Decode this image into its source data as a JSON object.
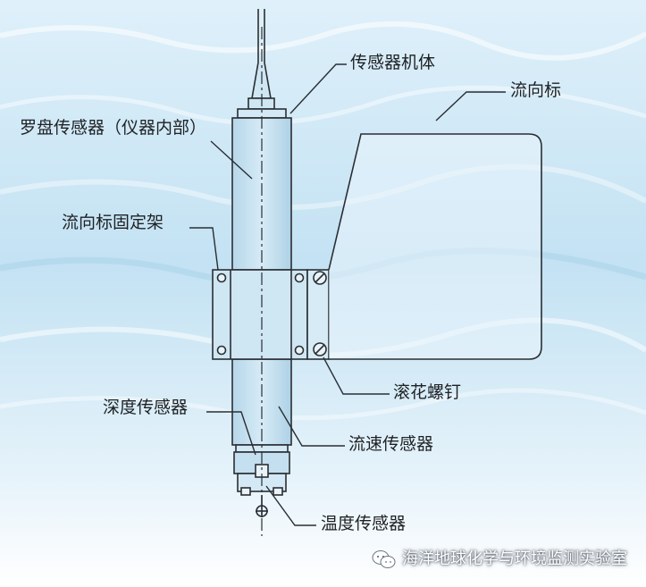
{
  "diagram": {
    "labels": {
      "sensor_body": "传感器机体",
      "flow_vane": "流向标",
      "compass_sensor": "罗盘传感器（仪器内部）",
      "vane_bracket": "流向标固定架",
      "knurled_screw": "滚花螺钉",
      "depth_sensor": "深度传感器",
      "velocity_sensor": "流速传感器",
      "temperature_sensor": "温度传感器"
    }
  },
  "watermark": {
    "text": "海洋地球化学与环境监测实验室",
    "icon": "wechat-icon"
  },
  "colors": {
    "line": "#2a2e33",
    "water_light": "#e6f3fb",
    "water_mid": "#b9dcef",
    "fill": "#c9e3f2"
  }
}
